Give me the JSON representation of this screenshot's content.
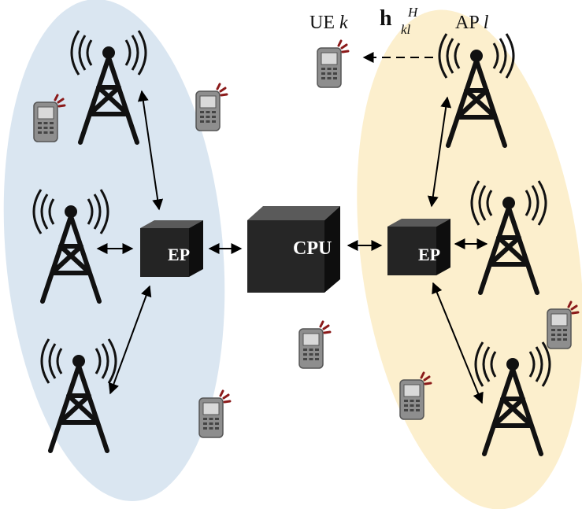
{
  "labels": {
    "ue": "UE",
    "ue_index": "k",
    "ap": "AP",
    "ap_index": "l",
    "channel_symbol": "h",
    "channel_sup": "H",
    "channel_sub": "kl"
  },
  "nodes": {
    "cpu": "CPU",
    "ep_left": "EP",
    "ep_right": "EP"
  },
  "colors": {
    "left_cluster": "#dae6f1",
    "right_cluster": "#fcefcd",
    "tower": "#111111",
    "cube_dark": "#1c1c1c",
    "phone_body": "#8e8e8e",
    "phone_screen": "#d9d9d9",
    "phone_signal": "#8b1a1a"
  }
}
